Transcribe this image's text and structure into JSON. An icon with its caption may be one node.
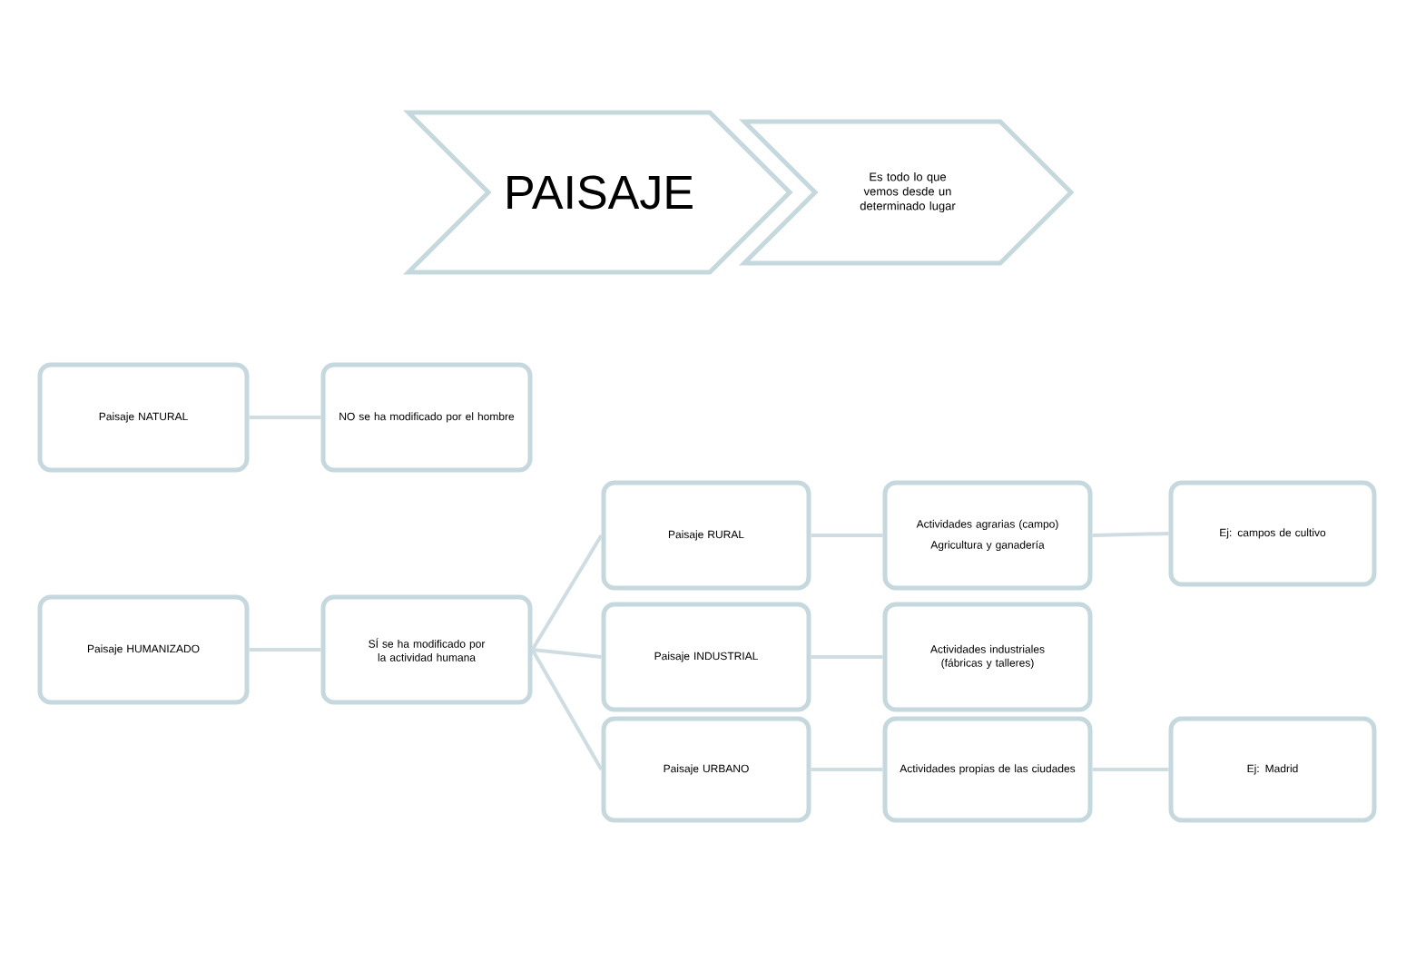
{
  "diagram": {
    "nodes": [
      {
        "text": [
          "PAISAJE"
        ]
      },
      {
        "text": [
          "Es todo lo que vemos desde un determinado lugar"
        ]
      },
      {
        "text": [
          "Paisaje NATURAL"
        ]
      },
      {
        "text": [
          "NO se ha modificado por el hombre"
        ]
      },
      {
        "text": [
          "Paisaje HUMANIZADO"
        ]
      },
      {
        "text": [
          "SÍ se ha modificado por la actividad humana"
        ]
      },
      {
        "text": [
          "Paisaje RURAL"
        ]
      },
      {
        "text": [
          "Paisaje INDUSTRIAL"
        ]
      },
      {
        "text": [
          "Paisaje URBANO"
        ]
      },
      {
        "text": [
          "Actividades agrarias (campo)",
          "Agricultura y ganadería"
        ]
      },
      {
        "text": [
          "Actividades industriales (fábricas y talleres)"
        ]
      },
      {
        "text": [
          "Actividades propias de las ciudades"
        ]
      },
      {
        "text": [
          "Ej: campos de cultivo"
        ]
      },
      {
        "text": [
          "Ej: Madrid"
        ]
      }
    ],
    "edges": [
      {
        "from": 2,
        "to": 3,
        "arrow": "none"
      },
      {
        "from": 4,
        "to": 5,
        "arrow": "none"
      },
      {
        "from": 5,
        "to": 6,
        "arrow": "none"
      },
      {
        "from": 5,
        "to": 7,
        "arrow": "none"
      },
      {
        "from": 5,
        "to": 8,
        "arrow": "none"
      },
      {
        "from": 6,
        "to": 9,
        "arrow": "none"
      },
      {
        "from": 7,
        "to": 10,
        "arrow": "none"
      },
      {
        "from": 8,
        "to": 11,
        "arrow": "none"
      },
      {
        "from": 9,
        "to": 12,
        "arrow": "none"
      },
      {
        "from": 11,
        "to": 13,
        "arrow": "none"
      }
    ]
  }
}
